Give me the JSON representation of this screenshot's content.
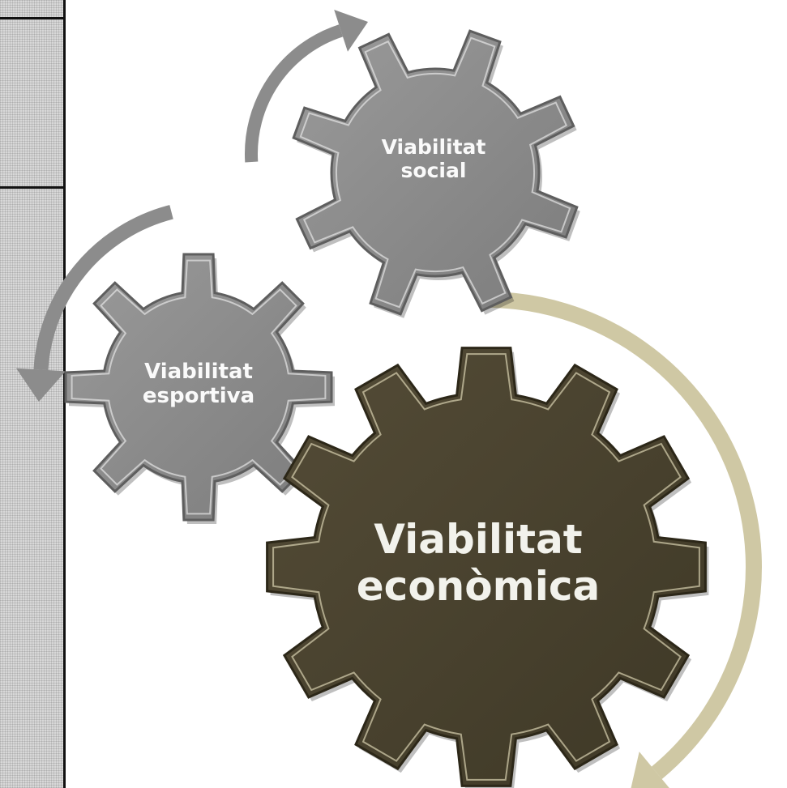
{
  "gears": {
    "social": {
      "line1": "Viabilitat",
      "line2": "social",
      "color": "#8a8a8a"
    },
    "esportiva": {
      "line1": "Viabilitat",
      "line2": "esportiva",
      "color": "#8a8a8a"
    },
    "economica": {
      "line1": "Viabilitat",
      "line2": "econòmica",
      "color": "#4a4330"
    }
  },
  "arrows": {
    "grey_color": "#8c8c8c",
    "beige_color": "#cfc8a4"
  },
  "panel": {
    "background": "#d8d8d8",
    "border": "#111111"
  }
}
